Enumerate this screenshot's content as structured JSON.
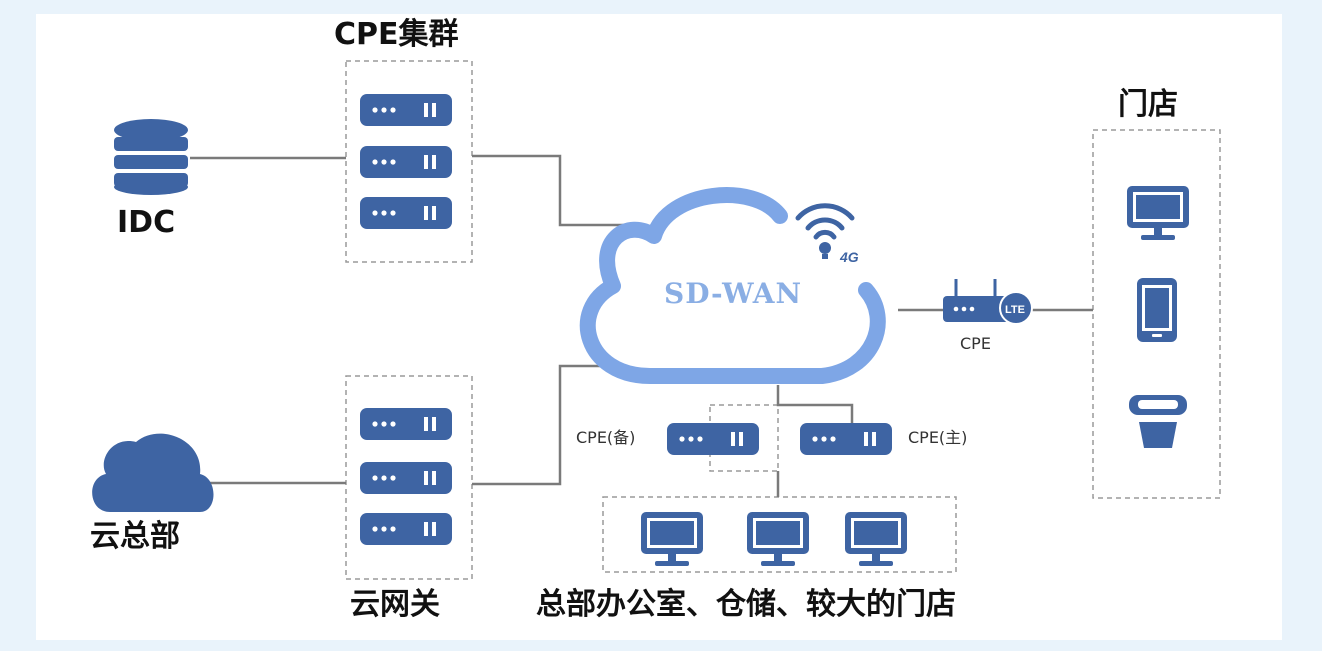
{
  "nodes": {
    "cpe_cluster": "CPE集群",
    "idc": "IDC",
    "hq": "云总部",
    "cloud_gateway": "云网关",
    "sdwan": "SD-WAN",
    "network_4g": "4G",
    "cpe": "CPE",
    "cpe_backup": "CPE(备)",
    "cpe_primary": "CPE(主)",
    "store": "门店",
    "hq_office": "总部办公室、仓储、较大的门店",
    "lte_badge": "LTE"
  },
  "icons": {
    "idc": "database-icon",
    "hq": "cloud-icon",
    "server": "server-icon",
    "router": "router-icon",
    "wifi": "wifi-icon",
    "monitor": "monitor-icon",
    "phone": "smartphone-icon",
    "pos": "pos-terminal-icon"
  },
  "colors": {
    "icon_blue": "#3e64a3",
    "cloud_blue": "#7ea6e6",
    "sdwan_text": "#8aaee4",
    "line": "#7a7a7a",
    "dash": "#9a9a9a",
    "background": "#e9f3fb"
  }
}
